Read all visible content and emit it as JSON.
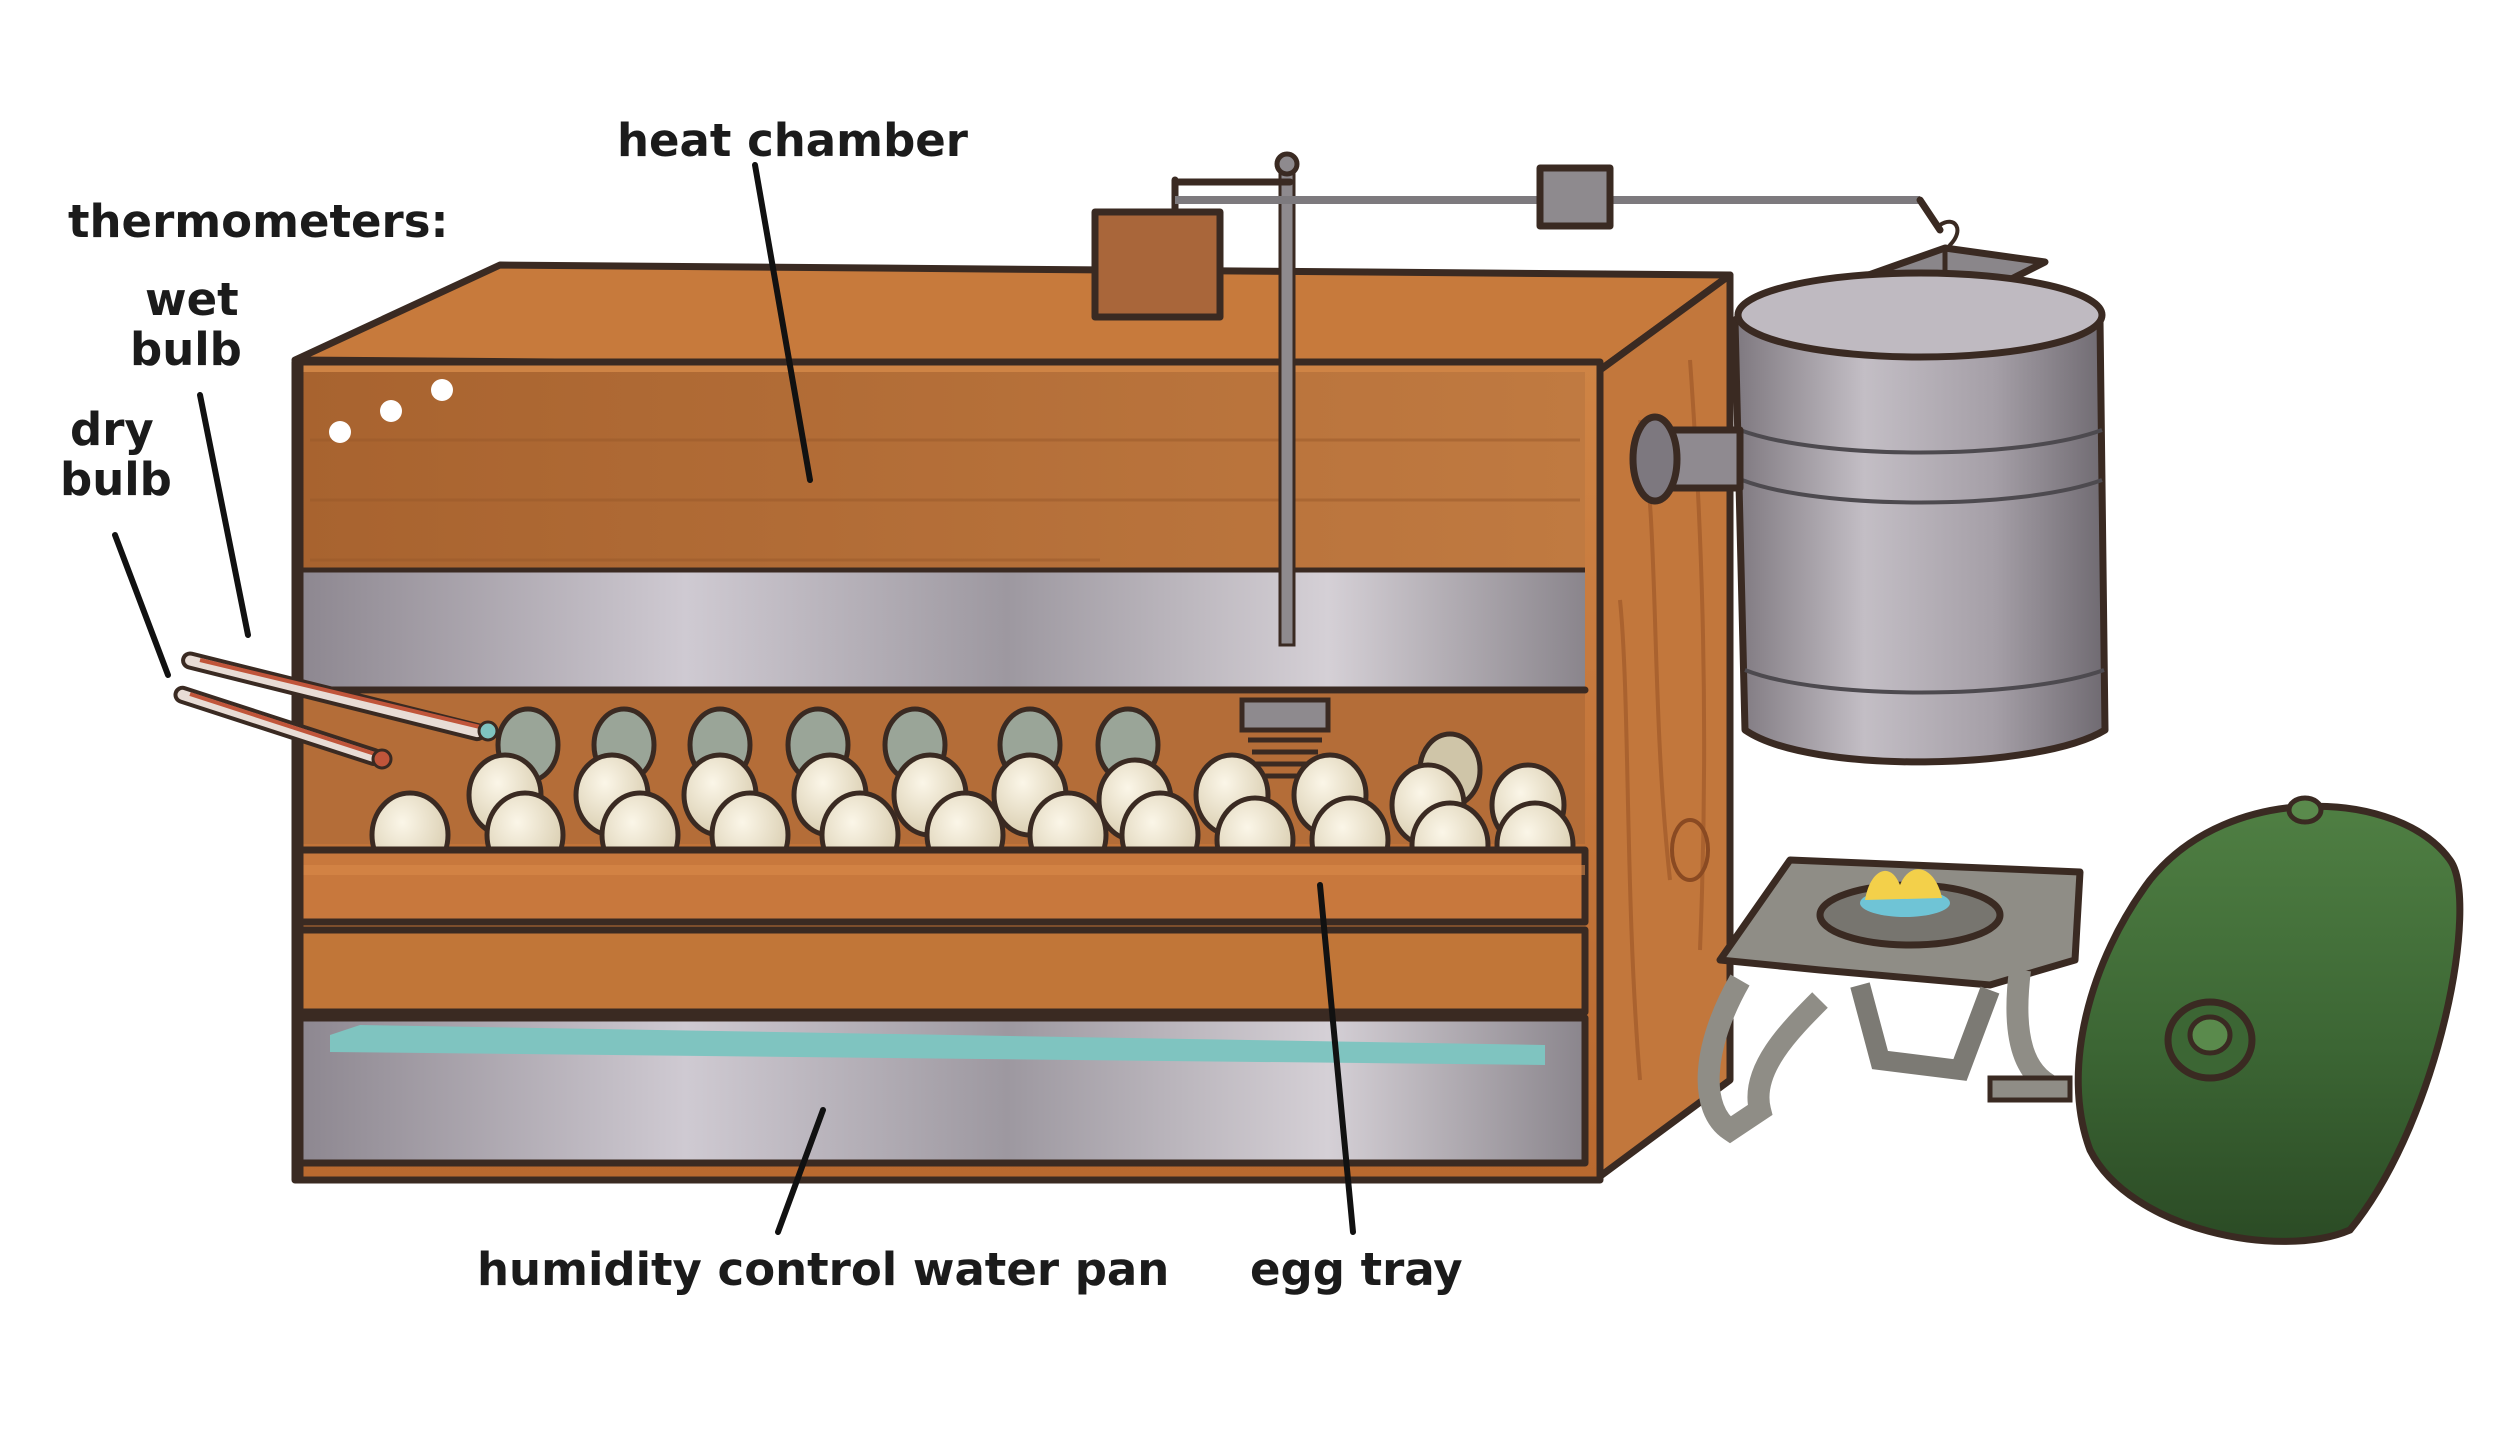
{
  "labels": {
    "heat_chamber": "heat chamber",
    "thermometers": "thermometers:",
    "wet_bulb_line1": "wet",
    "wet_bulb_line2": "bulb",
    "dry_bulb_line1": "dry",
    "dry_bulb_line2": "bulb",
    "humidity_pan": "humidity control water pan",
    "egg_tray": "egg tray"
  },
  "colors": {
    "wood": "#c9793f",
    "wood_dark": "#a85e2c",
    "wood_inner": "#b8703a",
    "metal": "#b9b4bb",
    "metal_dark": "#7d7880",
    "water": "#7fc4c0",
    "egg": "#efe5cf",
    "tank_green": "#3f6b36",
    "tank_green_dark": "#2e5228",
    "stove": "#8b8a84",
    "flame_yellow": "#f3d04a",
    "flame_blue": "#6fc4d6",
    "outline": "#3a2a22"
  },
  "icons": {
    "heater_drum": "metal-drum",
    "gas_tank": "propane-tank",
    "stove": "burner-stove",
    "thermometer": "thermometer-tube"
  }
}
